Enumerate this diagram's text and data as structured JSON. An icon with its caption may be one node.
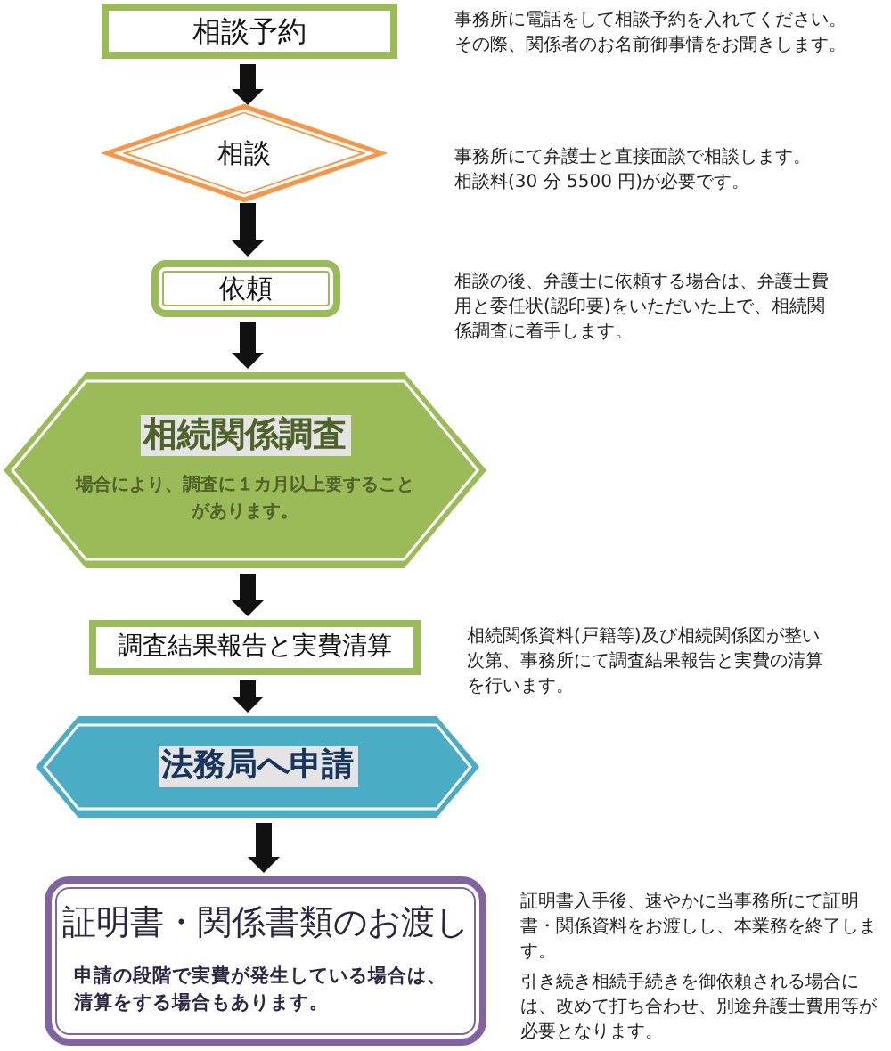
{
  "diagram": {
    "nodes": [
      {
        "text": [
          "相談予約"
        ]
      },
      {
        "text": [
          "相談"
        ]
      },
      {
        "text": [
          "依頼"
        ]
      },
      {
        "text": [
          "相続関係調査",
          "場合により、調査に１カ月以上要することがあります。"
        ]
      },
      {
        "text": [
          "調査結果報告と実費清算"
        ]
      },
      {
        "text": [
          "法務局へ申請"
        ]
      },
      {
        "text": [
          "証明書・関係書類のお渡し",
          "申請の段階で実費が発生している場合は、清算をする場合もあります。"
        ]
      }
    ],
    "edges": [
      {
        "from": 0,
        "to": 1,
        "arrow": "to"
      },
      {
        "from": 1,
        "to": 2,
        "arrow": "to"
      },
      {
        "from": 2,
        "to": 3,
        "arrow": "to"
      },
      {
        "from": 3,
        "to": 4,
        "arrow": "to"
      },
      {
        "from": 4,
        "to": 5,
        "arrow": "to"
      },
      {
        "from": 5,
        "to": 6,
        "arrow": "to"
      }
    ],
    "labels": [
      "事務所に電話をして相談予約を入れてください。その際、関係者のお名前御事情をお聞きします。",
      "事務所にて弁護士と直接面談で相談します。相談料(30 分 5500 円)が必要です。",
      "相談の後、弁護士に依頼する場合は、弁護士費用と委任状(認印要)をいただいた上で、相続関係調査に着手します。",
      "相続関係資料(戸籍等)及び相続関係図が整い次第、事務所にて調査結果報告と実費の清算を行います。",
      "証明書入手後、速やかに当事務所にて証明書・関係資料をお渡しし、本業務を終了します。",
      "引き続き相続手続きを御依頼される場合には、改めて打ち合わせ、別途弁護士費用等が必要となります。"
    ]
  }
}
